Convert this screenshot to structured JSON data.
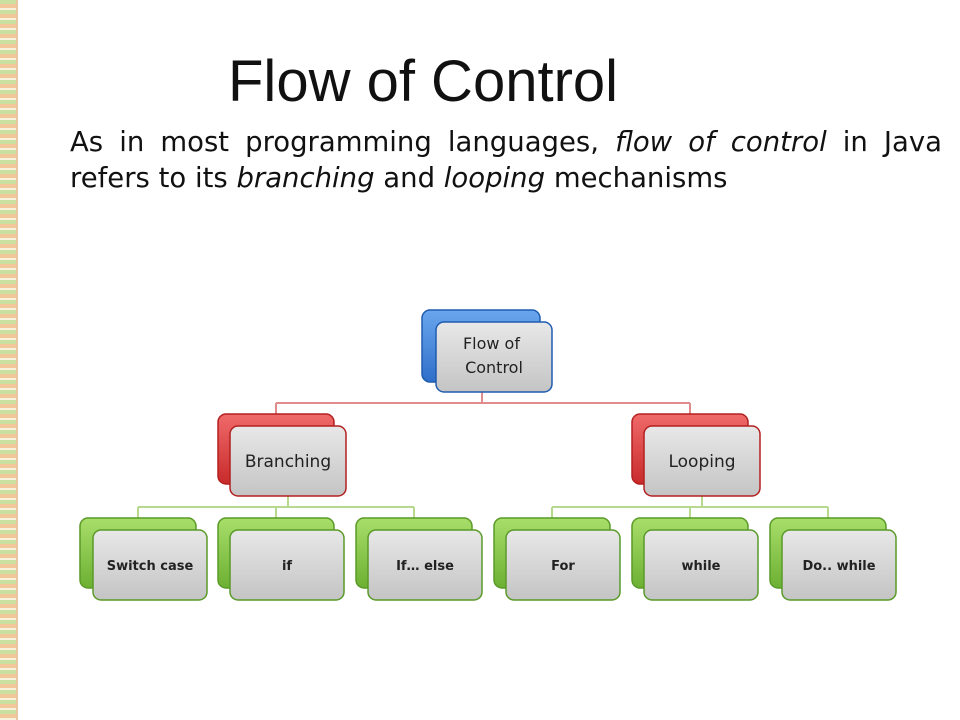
{
  "slide": {
    "title": "Flow of Control",
    "paragraph": {
      "p1": "As in most programming languages, ",
      "p2": "flow of control",
      "p3": " in Java refers to its ",
      "p4": "branching",
      "p5": " and ",
      "p6": "looping",
      "p7": " mechanisms"
    }
  },
  "diagram": {
    "root": "Flow of Control",
    "branching": {
      "label": "Branching",
      "children": [
        "Switch case",
        "if",
        "If… else"
      ]
    },
    "looping": {
      "label": "Looping",
      "children": [
        "For",
        "while",
        "Do.. while"
      ]
    }
  },
  "colors": {
    "root_accent": "#3b7fdb",
    "level1_accent": "#e03a3e",
    "level2_accent": "#7cc242",
    "card_fill": "#d0d0d0"
  }
}
